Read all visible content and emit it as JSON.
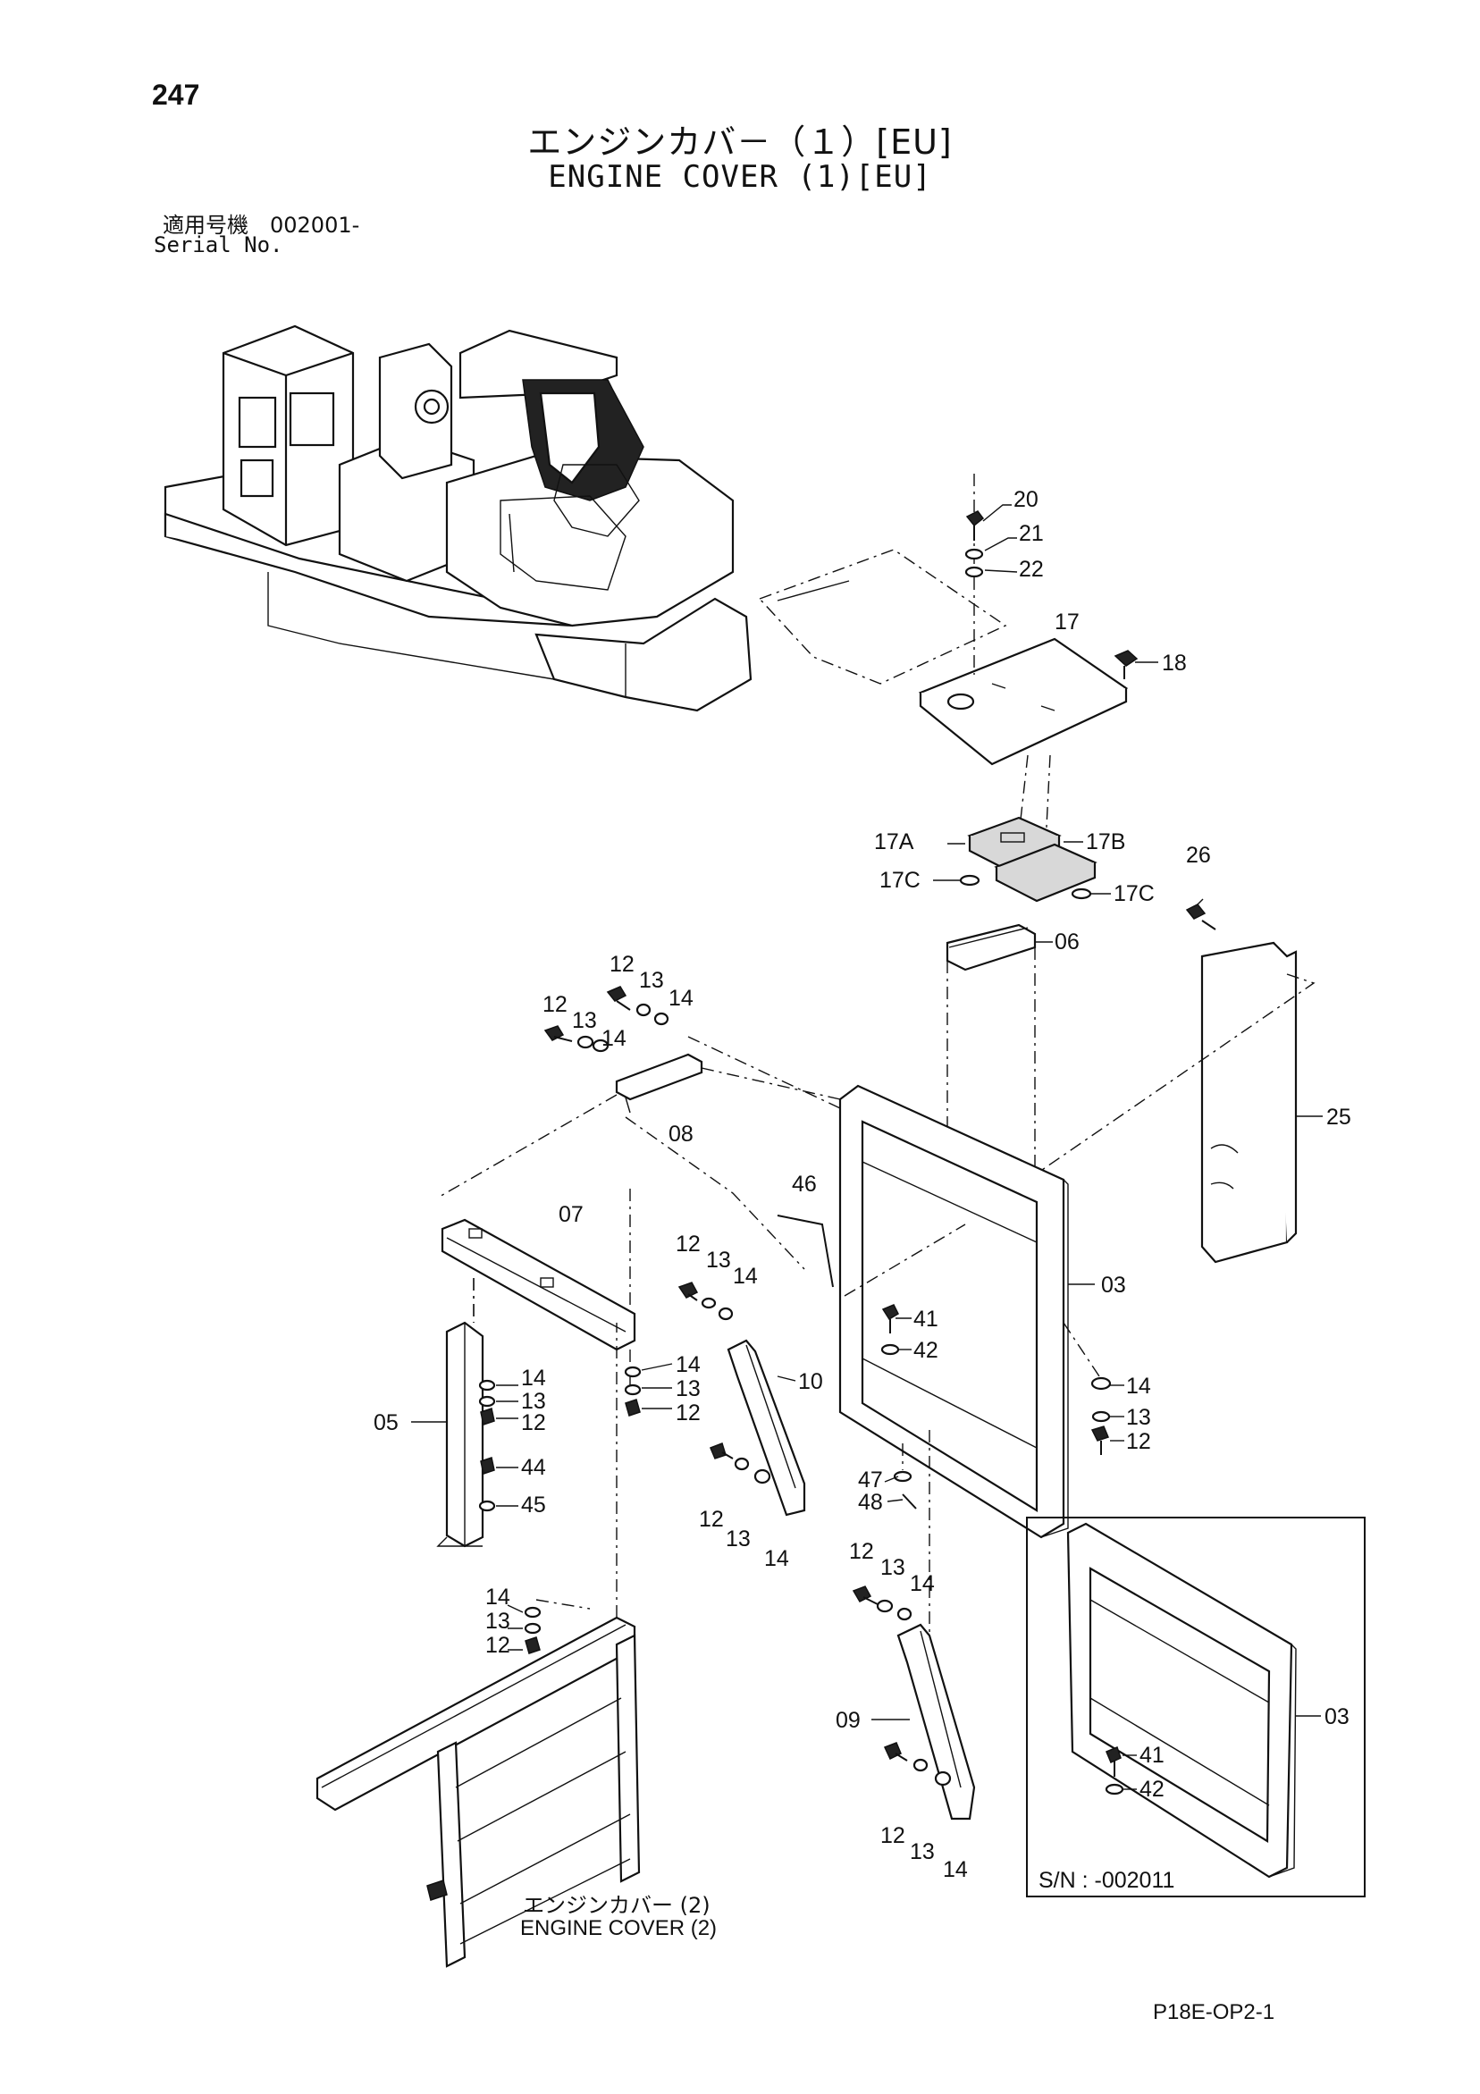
{
  "page": {
    "number": "247",
    "title_jp": "エンジンカバ－（１）[EU]",
    "title_en": "ENGINE COVER (1)[EU]",
    "serial_label_jp": "適用号機　002001-",
    "serial_label_en": "Serial No.",
    "sub_assembly_jp": "エンジンカバー (2)",
    "sub_assembly_en": "ENGINE COVER (2)",
    "inset_serial": "S/N : -002011",
    "drawing_code": "P18E-OP2-1"
  },
  "callouts": [
    {
      "id": "c20",
      "text": "20"
    },
    {
      "id": "c21",
      "text": "21"
    },
    {
      "id": "c22",
      "text": "22"
    },
    {
      "id": "c17",
      "text": "17"
    },
    {
      "id": "c18",
      "text": "18"
    },
    {
      "id": "c17a",
      "text": "17A"
    },
    {
      "id": "c17b",
      "text": "17B"
    },
    {
      "id": "c17c1",
      "text": "17C"
    },
    {
      "id": "c17c2",
      "text": "17C"
    },
    {
      "id": "c26",
      "text": "26"
    },
    {
      "id": "c06",
      "text": "06"
    },
    {
      "id": "c25",
      "text": "25"
    },
    {
      "id": "c12a",
      "text": "12"
    },
    {
      "id": "c13a",
      "text": "13"
    },
    {
      "id": "c14a",
      "text": "14"
    },
    {
      "id": "c12b",
      "text": "12"
    },
    {
      "id": "c13b",
      "text": "13"
    },
    {
      "id": "c14b",
      "text": "14"
    },
    {
      "id": "c08",
      "text": "08"
    },
    {
      "id": "c07",
      "text": "07"
    },
    {
      "id": "c46",
      "text": "46"
    },
    {
      "id": "c03",
      "text": "03"
    },
    {
      "id": "c12c",
      "text": "12"
    },
    {
      "id": "c13c",
      "text": "13"
    },
    {
      "id": "c14c",
      "text": "14"
    },
    {
      "id": "c41",
      "text": "41"
    },
    {
      "id": "c42",
      "text": "42"
    },
    {
      "id": "c10",
      "text": "10"
    },
    {
      "id": "c14d",
      "text": "14"
    },
    {
      "id": "c13d",
      "text": "13"
    },
    {
      "id": "c12d",
      "text": "12"
    },
    {
      "id": "c14e",
      "text": "14"
    },
    {
      "id": "c13e",
      "text": "13"
    },
    {
      "id": "c12e",
      "text": "12"
    },
    {
      "id": "c05",
      "text": "05"
    },
    {
      "id": "c14f",
      "text": "14"
    },
    {
      "id": "c13f",
      "text": "13"
    },
    {
      "id": "c12f",
      "text": "12"
    },
    {
      "id": "c44",
      "text": "44"
    },
    {
      "id": "c45",
      "text": "45"
    },
    {
      "id": "c47",
      "text": "47"
    },
    {
      "id": "c48",
      "text": "48"
    },
    {
      "id": "c12g",
      "text": "12"
    },
    {
      "id": "c13g",
      "text": "13"
    },
    {
      "id": "c14g",
      "text": "14"
    },
    {
      "id": "c12h",
      "text": "12"
    },
    {
      "id": "c13h",
      "text": "13"
    },
    {
      "id": "c14h",
      "text": "14"
    },
    {
      "id": "c14i",
      "text": "14"
    },
    {
      "id": "c13i",
      "text": "13"
    },
    {
      "id": "c12i",
      "text": "12"
    },
    {
      "id": "c09",
      "text": "09"
    },
    {
      "id": "c12j",
      "text": "12"
    },
    {
      "id": "c13j",
      "text": "13"
    },
    {
      "id": "c14j",
      "text": "14"
    },
    {
      "id": "c03b",
      "text": "03"
    },
    {
      "id": "c41b",
      "text": "41"
    },
    {
      "id": "c42b",
      "text": "42"
    }
  ]
}
